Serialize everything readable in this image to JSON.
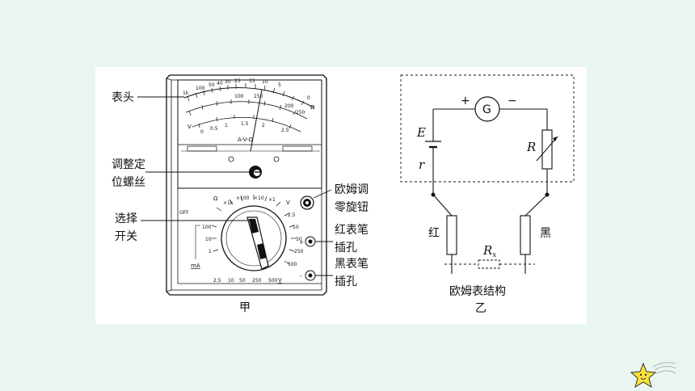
{
  "labels": {
    "meter_head": "表头",
    "zero_adjust_line1": "调整定",
    "zero_adjust_line2": "位螺丝",
    "ohm_zero_knob_line1": "欧姆调",
    "ohm_zero_knob_line2": "零旋钮",
    "selector_line1": "选择",
    "selector_line2": "开关",
    "red_jack_line1": "红表笔",
    "red_jack_line2": "插孔",
    "black_jack_line1": "黑表笔",
    "black_jack_line2": "插孔",
    "caption_left": "甲",
    "caption_right_line1": "欧姆表结构",
    "caption_right_line2": "乙"
  },
  "dial": {
    "ohm_scale_top": [
      "1k",
      "100",
      "50",
      "40",
      "30",
      "25",
      "15",
      "10",
      "5",
      "0"
    ],
    "ohm_scale_mid": [
      "100",
      "150",
      "200",
      "250"
    ],
    "volt_scale": [
      "0",
      "0.5",
      "1",
      "1.5",
      "2",
      "2.5"
    ],
    "scale_caption": "A-V-Ω",
    "omega_symbol": "Ω",
    "volt_symbol": "V"
  },
  "selector": {
    "ohm_ranges": [
      "×1k",
      "×100",
      "×10",
      "×1"
    ],
    "voltage_ranges": [
      "2.5",
      "10",
      "50",
      "250",
      "500"
    ],
    "current_ranges": [
      "100",
      "10",
      "1"
    ],
    "bottom_ranges": [
      "2.5",
      "10",
      "50",
      "250",
      "500"
    ],
    "off_label": "OFF",
    "omega_label": "Ω",
    "ma_label": "mA",
    "v_label": "V",
    "plus": "+",
    "minus": "-"
  },
  "circuit": {
    "plus_sign": "+",
    "minus_sign": "−",
    "galvanometer": "G",
    "emf": "E",
    "internal_r": "r",
    "rheostat": "R",
    "red_probe": "红",
    "black_probe": "黑",
    "rx_main": "R",
    "rx_sub": "x"
  }
}
